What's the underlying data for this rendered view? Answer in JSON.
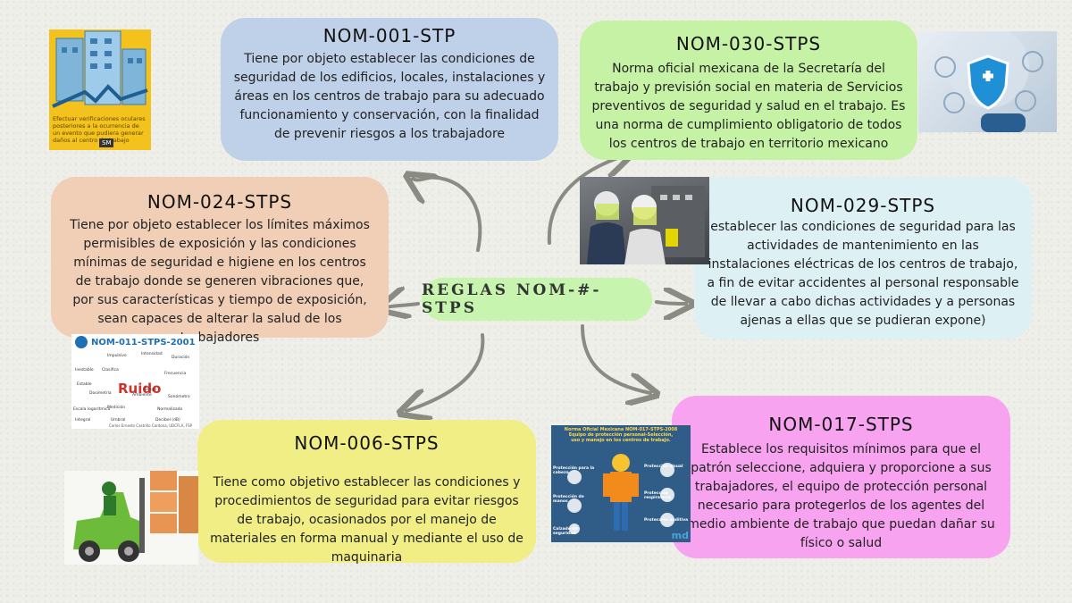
{
  "center": {
    "label": "REGLAS NOM-#-STPS"
  },
  "cards": {
    "nom001": {
      "title": "NOM-001-STP",
      "text": "Tiene por objeto establecer las condiciones de seguridad de los edificios, locales, instalaciones y áreas en los centros de trabajo para su adecuado funcionamiento y conservación, con la finalidad de prevenir riesgos a los trabajadore"
    },
    "nom030": {
      "title": "NOM-030-STPS",
      "text": "Norma oficial mexicana de la Secretaría del trabajo y previsión social en materia de Servicios preventivos de seguridad y salud en el trabajo. Es una norma de cumplimiento obligatorio de todos los centros de trabajo en territorio mexicano"
    },
    "nom024": {
      "title": "NOM-024-STPS",
      "text": "Tiene por objeto establecer los límites máximos permisibles de exposición y las condiciones mínimas de seguridad e higiene en los centros de trabajo donde se generen vibraciones que, por sus características y tiempo de exposición, sean capaces de alterar la salud de los trabajadores"
    },
    "nom029": {
      "title": "NOM-029-STPS",
      "text": "establecer las condiciones de seguridad para las actividades de mantenimiento en las instalaciones eléctricas de los centros de trabajo, a fin de evitar accidentes al personal responsable de llevar a cabo dichas actividades y a personas ajenas a ellas que se pudieran expone)"
    },
    "nom006": {
      "title": "NOM-006-STPS",
      "text": "Tiene como objetivo establecer las condiciones y procedimientos de seguridad para evitar riesgos de trabajo, ocasionados por el manejo de materiales en forma manual y mediante el uso de maquinaria"
    },
    "nom017": {
      "title": "NOM-017-STPS",
      "text": "Establece los requisitos mínimos para que el patrón seleccione, adquiera y proporcione a sus trabajadores, el equipo de protección personal necesario para protegerlos de los agentes del medio ambiente de trabajo que puedan dañar su físico o salud"
    }
  },
  "images": {
    "building": {
      "caption": "Efectuar verificaciones oculares posteriores a la ocurrencia de un evento que pudiera generar daños al centro de trabajo",
      "badge": "SM"
    },
    "noise": {
      "title": "NOM-011-STPS-2001",
      "center_word": "Ruido",
      "words": [
        "Impulsivo",
        "Intensidad",
        "Duración",
        "Inestable",
        "Clasifica",
        "Frecuencia",
        "Estable",
        "Riesgo",
        "Dosimetría",
        "Ambiente",
        "Sonómetro",
        "Escala logarítmica",
        "Medición",
        "Normalizado",
        "Integral",
        "Umbral",
        "Decibel (dB)"
      ],
      "credit": "Carlos Ernesto Castrillo Cardona, UDCFLA, FSP"
    },
    "epp": {
      "title": "Norma Oficial Mexicana NOM-017-STPS-2008 Equipo de protección personal-Selección, uso y manejo en los centros de trabajo.",
      "labels": [
        "Protección para la cabeza",
        "Protección de manos",
        "Calzado de seguridad",
        "Protección visual",
        "Protección respiratoria",
        "Protección auditiva"
      ],
      "logo": "md"
    }
  },
  "colors": {
    "background": "#efefea",
    "nom001": "#bfd0e9",
    "nom030": "#c6f2a6",
    "nom024": "#f0cfb6",
    "nom029": "#ddf0f4",
    "nom006": "#f0ee85",
    "nom017": "#f7a3f0",
    "center": "#c7f5b0",
    "arrow": "#8a8b82"
  }
}
